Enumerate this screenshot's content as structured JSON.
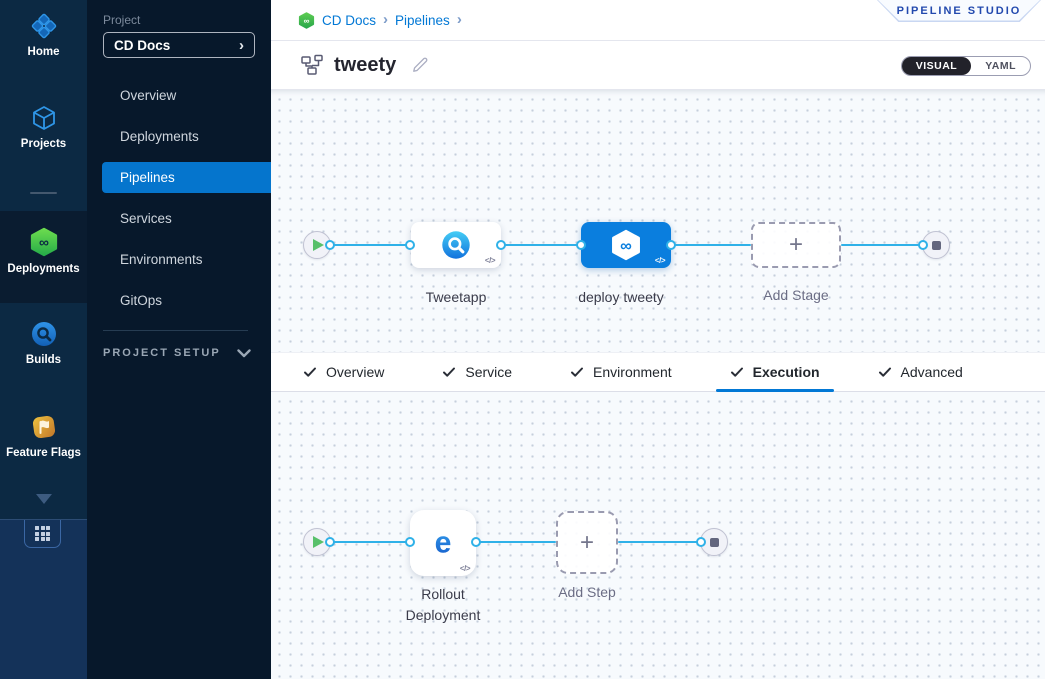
{
  "sidebar": {
    "modules": [
      {
        "label": "Home",
        "icon": "home-icon",
        "active": false
      },
      {
        "label": "Projects",
        "icon": "projects-icon",
        "active": false
      },
      {
        "label": "Deployments",
        "icon": "deployments-icon",
        "active": true
      },
      {
        "label": "Builds",
        "icon": "builds-icon",
        "active": false
      },
      {
        "label": "Feature Flags",
        "icon": "feature-flags-icon",
        "active": false
      }
    ]
  },
  "project_panel": {
    "section_label": "Project",
    "selected_project": "CD Docs",
    "menu": [
      {
        "label": "Overview",
        "selected": false
      },
      {
        "label": "Deployments",
        "selected": false
      },
      {
        "label": "Pipelines",
        "selected": true
      },
      {
        "label": "Services",
        "selected": false
      },
      {
        "label": "Environments",
        "selected": false
      },
      {
        "label": "GitOps",
        "selected": false
      }
    ],
    "setup_label": "PROJECT SETUP"
  },
  "header": {
    "breadcrumb": {
      "project": "CD Docs",
      "section": "Pipelines",
      "separator": "›"
    },
    "studio_badge": "PIPELINE STUDIO",
    "pipeline_name": "tweety",
    "view_toggle": {
      "visual": "VISUAL",
      "yaml": "YAML"
    }
  },
  "stage_canvas": {
    "stages": [
      {
        "name": "Tweetapp",
        "type": "ci",
        "selected": false
      },
      {
        "name": "deploy tweety",
        "type": "cd",
        "selected": true
      }
    ],
    "add_stage_label": "Add Stage"
  },
  "tabs": [
    {
      "label": "Overview",
      "checked": true,
      "active": false
    },
    {
      "label": "Service",
      "checked": true,
      "active": false
    },
    {
      "label": "Environment",
      "checked": true,
      "active": false
    },
    {
      "label": "Execution",
      "checked": true,
      "active": true
    },
    {
      "label": "Advanced",
      "checked": true,
      "active": false
    }
  ],
  "step_canvas": {
    "steps": [
      {
        "name": "Rollout Deployment",
        "type": "rolling-deploy"
      }
    ],
    "add_step_label": "Add Step"
  },
  "glyphs": {
    "infinity": "∞",
    "code": "</>",
    "plus": "+",
    "chevron_right": "›",
    "rollout": "e"
  },
  "colors": {
    "accent_blue": "#0278d5",
    "connector_blue": "#2fb1e8",
    "selected_node_blue": "#0a7ede",
    "cd_green": "#42ba54",
    "rail_navy": "#0c2943",
    "panel_navy": "#07182b",
    "badge_blue": "#2249ae"
  }
}
